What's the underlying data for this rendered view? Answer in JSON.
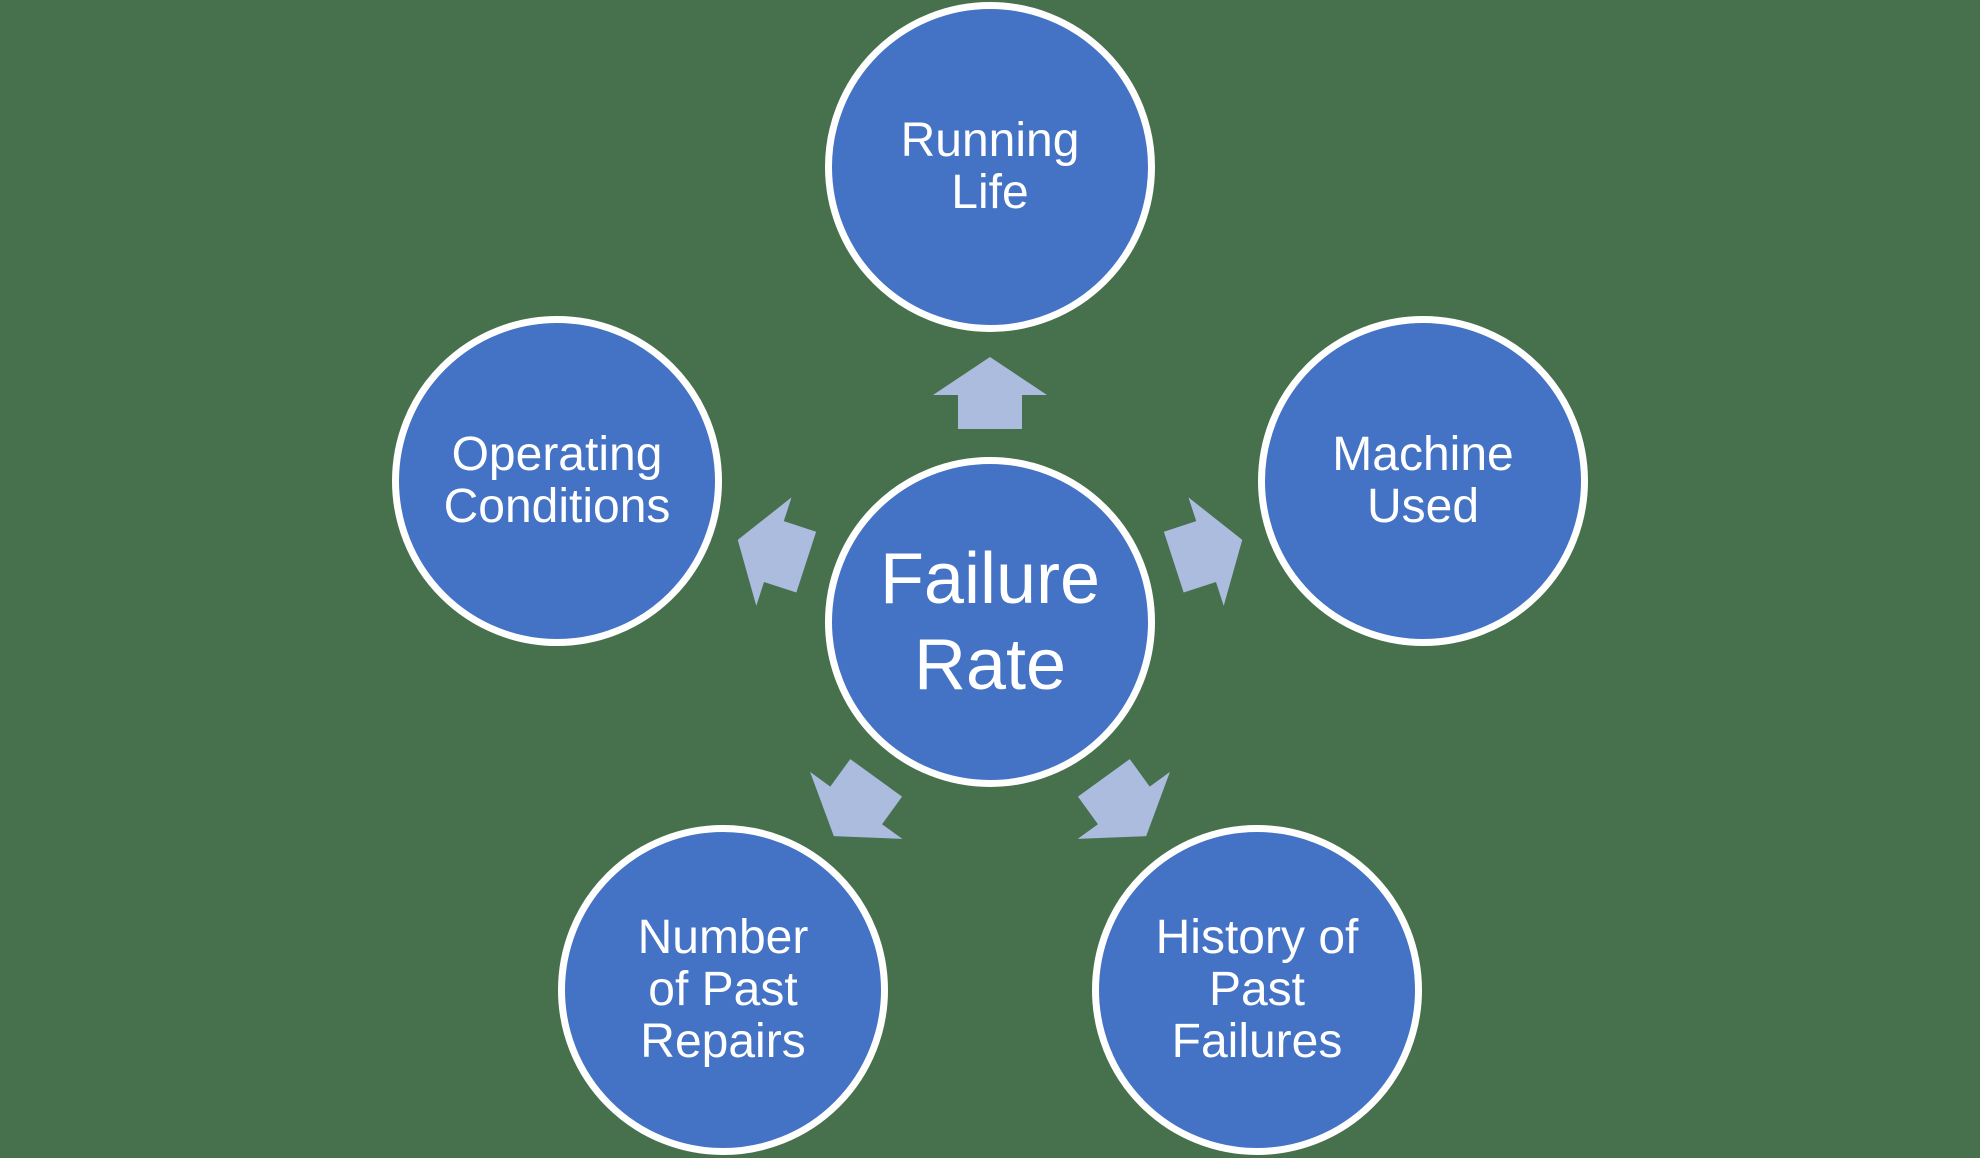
{
  "diagram": {
    "type": "diverging-radial",
    "title": "Failure Rate factors",
    "center": {
      "id": "failure-rate",
      "label": "Failure Rate",
      "lines": [
        "Failure",
        "Rate"
      ]
    },
    "nodes": [
      {
        "id": "running-life",
        "label": "Running Life",
        "lines": [
          "Running",
          "Life"
        ]
      },
      {
        "id": "machine-used",
        "label": "Machine Used",
        "lines": [
          "Machine",
          "Used"
        ]
      },
      {
        "id": "operating-conditions",
        "label": "Operating Conditions",
        "lines": [
          "Operating",
          "Conditions"
        ]
      },
      {
        "id": "number-of-past-repairs",
        "label": "Number of Past Repairs",
        "lines": [
          "Number",
          "of Past",
          "Repairs"
        ]
      },
      {
        "id": "history-of-past-failures",
        "label": "History of Past Failures",
        "lines": [
          "History of",
          "Past",
          "Failures"
        ]
      }
    ],
    "colors": {
      "background": "#47714D",
      "node_fill": "#4472C4",
      "node_border": "#FFFFFF",
      "arrow_fill": "#ACBCDF",
      "text": "#FFFFFF"
    }
  }
}
